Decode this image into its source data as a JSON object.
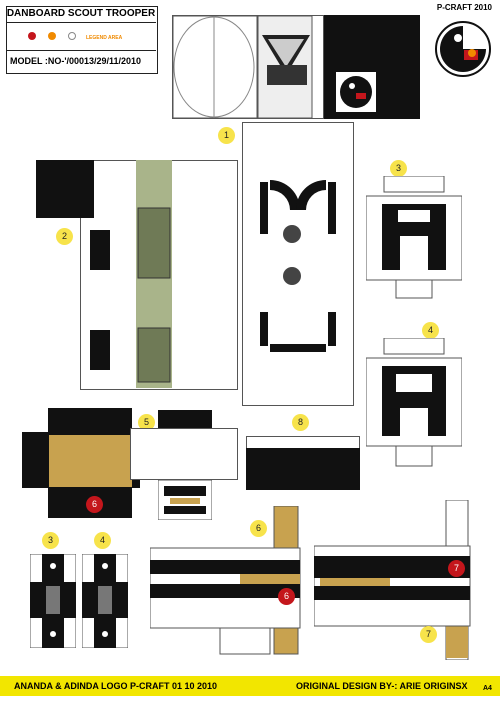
{
  "header": {
    "title": "DANBOARD SCOUT TROOPER",
    "legend_label": "LEGEND AREA",
    "model": "MODEL :NO-'/00013/29/11/2010",
    "legend_colors": [
      "#c4161c",
      "#f08a00",
      "#ffffff"
    ]
  },
  "brand": {
    "name": "P-CRAFT 2010"
  },
  "part_numbers": {
    "p1": "1",
    "p2": "2",
    "p3a": "3",
    "p4a": "4",
    "p5": "5",
    "p6red": "6",
    "p7red": "7",
    "p8": "8",
    "p3b": "3",
    "p4b": "4",
    "p6b": "6",
    "p6redb": "6",
    "p7redb": "7",
    "p7b": "7"
  },
  "footer": {
    "left": "ANANDA & ADINDA LOGO P-CRAFT 01 10 2010",
    "right": "ORIGINAL DESIGN BY-: ARIE ORIGINSX",
    "page_size": "A4"
  },
  "colors": {
    "tan": "#c8a24f",
    "olive": "#a9b48a",
    "black": "#111111",
    "yellow_marker": "#f7e34b",
    "red_marker": "#c4161c"
  }
}
